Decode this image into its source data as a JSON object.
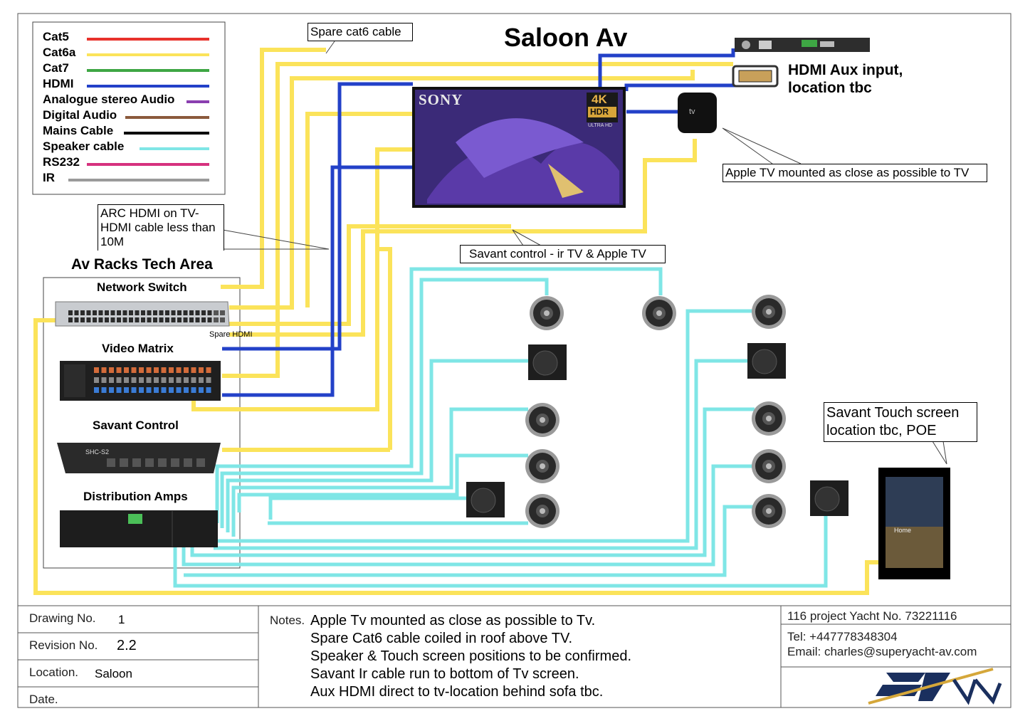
{
  "title": "Saloon Av",
  "legend": [
    {
      "label": "Cat5",
      "color": "#e8322c"
    },
    {
      "label": "Cat6a",
      "color": "#fbe35a"
    },
    {
      "label": "Cat7",
      "color": "#3ea644"
    },
    {
      "label": "HDMI",
      "color": "#2341c8"
    },
    {
      "label": "Analogue stereo Audio",
      "color": "#8a3fb0"
    },
    {
      "label": "Digital Audio",
      "color": "#8b5a3c"
    },
    {
      "label": "Mains Cable",
      "color": "#000000"
    },
    {
      "label": "Speaker cable",
      "color": "#7fe6e6"
    },
    {
      "label": "RS232",
      "color": "#d6317e"
    },
    {
      "label": "IR",
      "color": "#9a9a9a"
    }
  ],
  "callouts": {
    "spare_cat6": "Spare cat6 cable",
    "hdmi_aux": [
      "HDMI Aux input,",
      "location tbc"
    ],
    "apple_tv": "Apple TV mounted as close as possible to TV",
    "arc_hdmi": [
      "ARC HDMI on TV-",
      "HDMI cable less than",
      "10M"
    ],
    "savant_ir": "Savant control - ir TV & Apple TV",
    "touch_screen": [
      "Savant Touch screen",
      "location tbc, POE"
    ],
    "spare_hdmi": "Spare HDMI"
  },
  "rack": {
    "area_title": "Av Racks Tech Area",
    "network_switch": "Network Switch",
    "video_matrix": "Video Matrix",
    "savant_control": "Savant Control",
    "savant_model": "SHC-S2",
    "distribution_amps": "Distribution Amps"
  },
  "tv": {
    "brand": "SONY",
    "badge_4k": "4K",
    "badge_hdr": "HDR",
    "badge_uhd": "ULTRA HD"
  },
  "apple_tv_device": {
    "logo": "tv"
  },
  "touch_screen_ui": {
    "home": "Home"
  },
  "title_block": {
    "drawing_no_label": "Drawing No.",
    "drawing_no": "1",
    "revision_label": "Revision No.",
    "revision": "2.2",
    "location_label": "Location.",
    "location": "Saloon",
    "date_label": "Date.",
    "notes_label": "Notes.",
    "notes": [
      "Apple Tv mounted as close as possible to Tv.",
      "Spare Cat6 cable coiled in roof above TV.",
      "Speaker & Touch screen positions to be confirmed.",
      "Savant Ir cable run to bottom of Tv screen.",
      "Aux HDMI direct to tv-location behind sofa tbc."
    ],
    "project": "116 project Yacht No. 73221116",
    "tel": "Tel: +447778348304",
    "email": "Email: charles@superyacht-av.com",
    "logo_text": "SYAV"
  }
}
